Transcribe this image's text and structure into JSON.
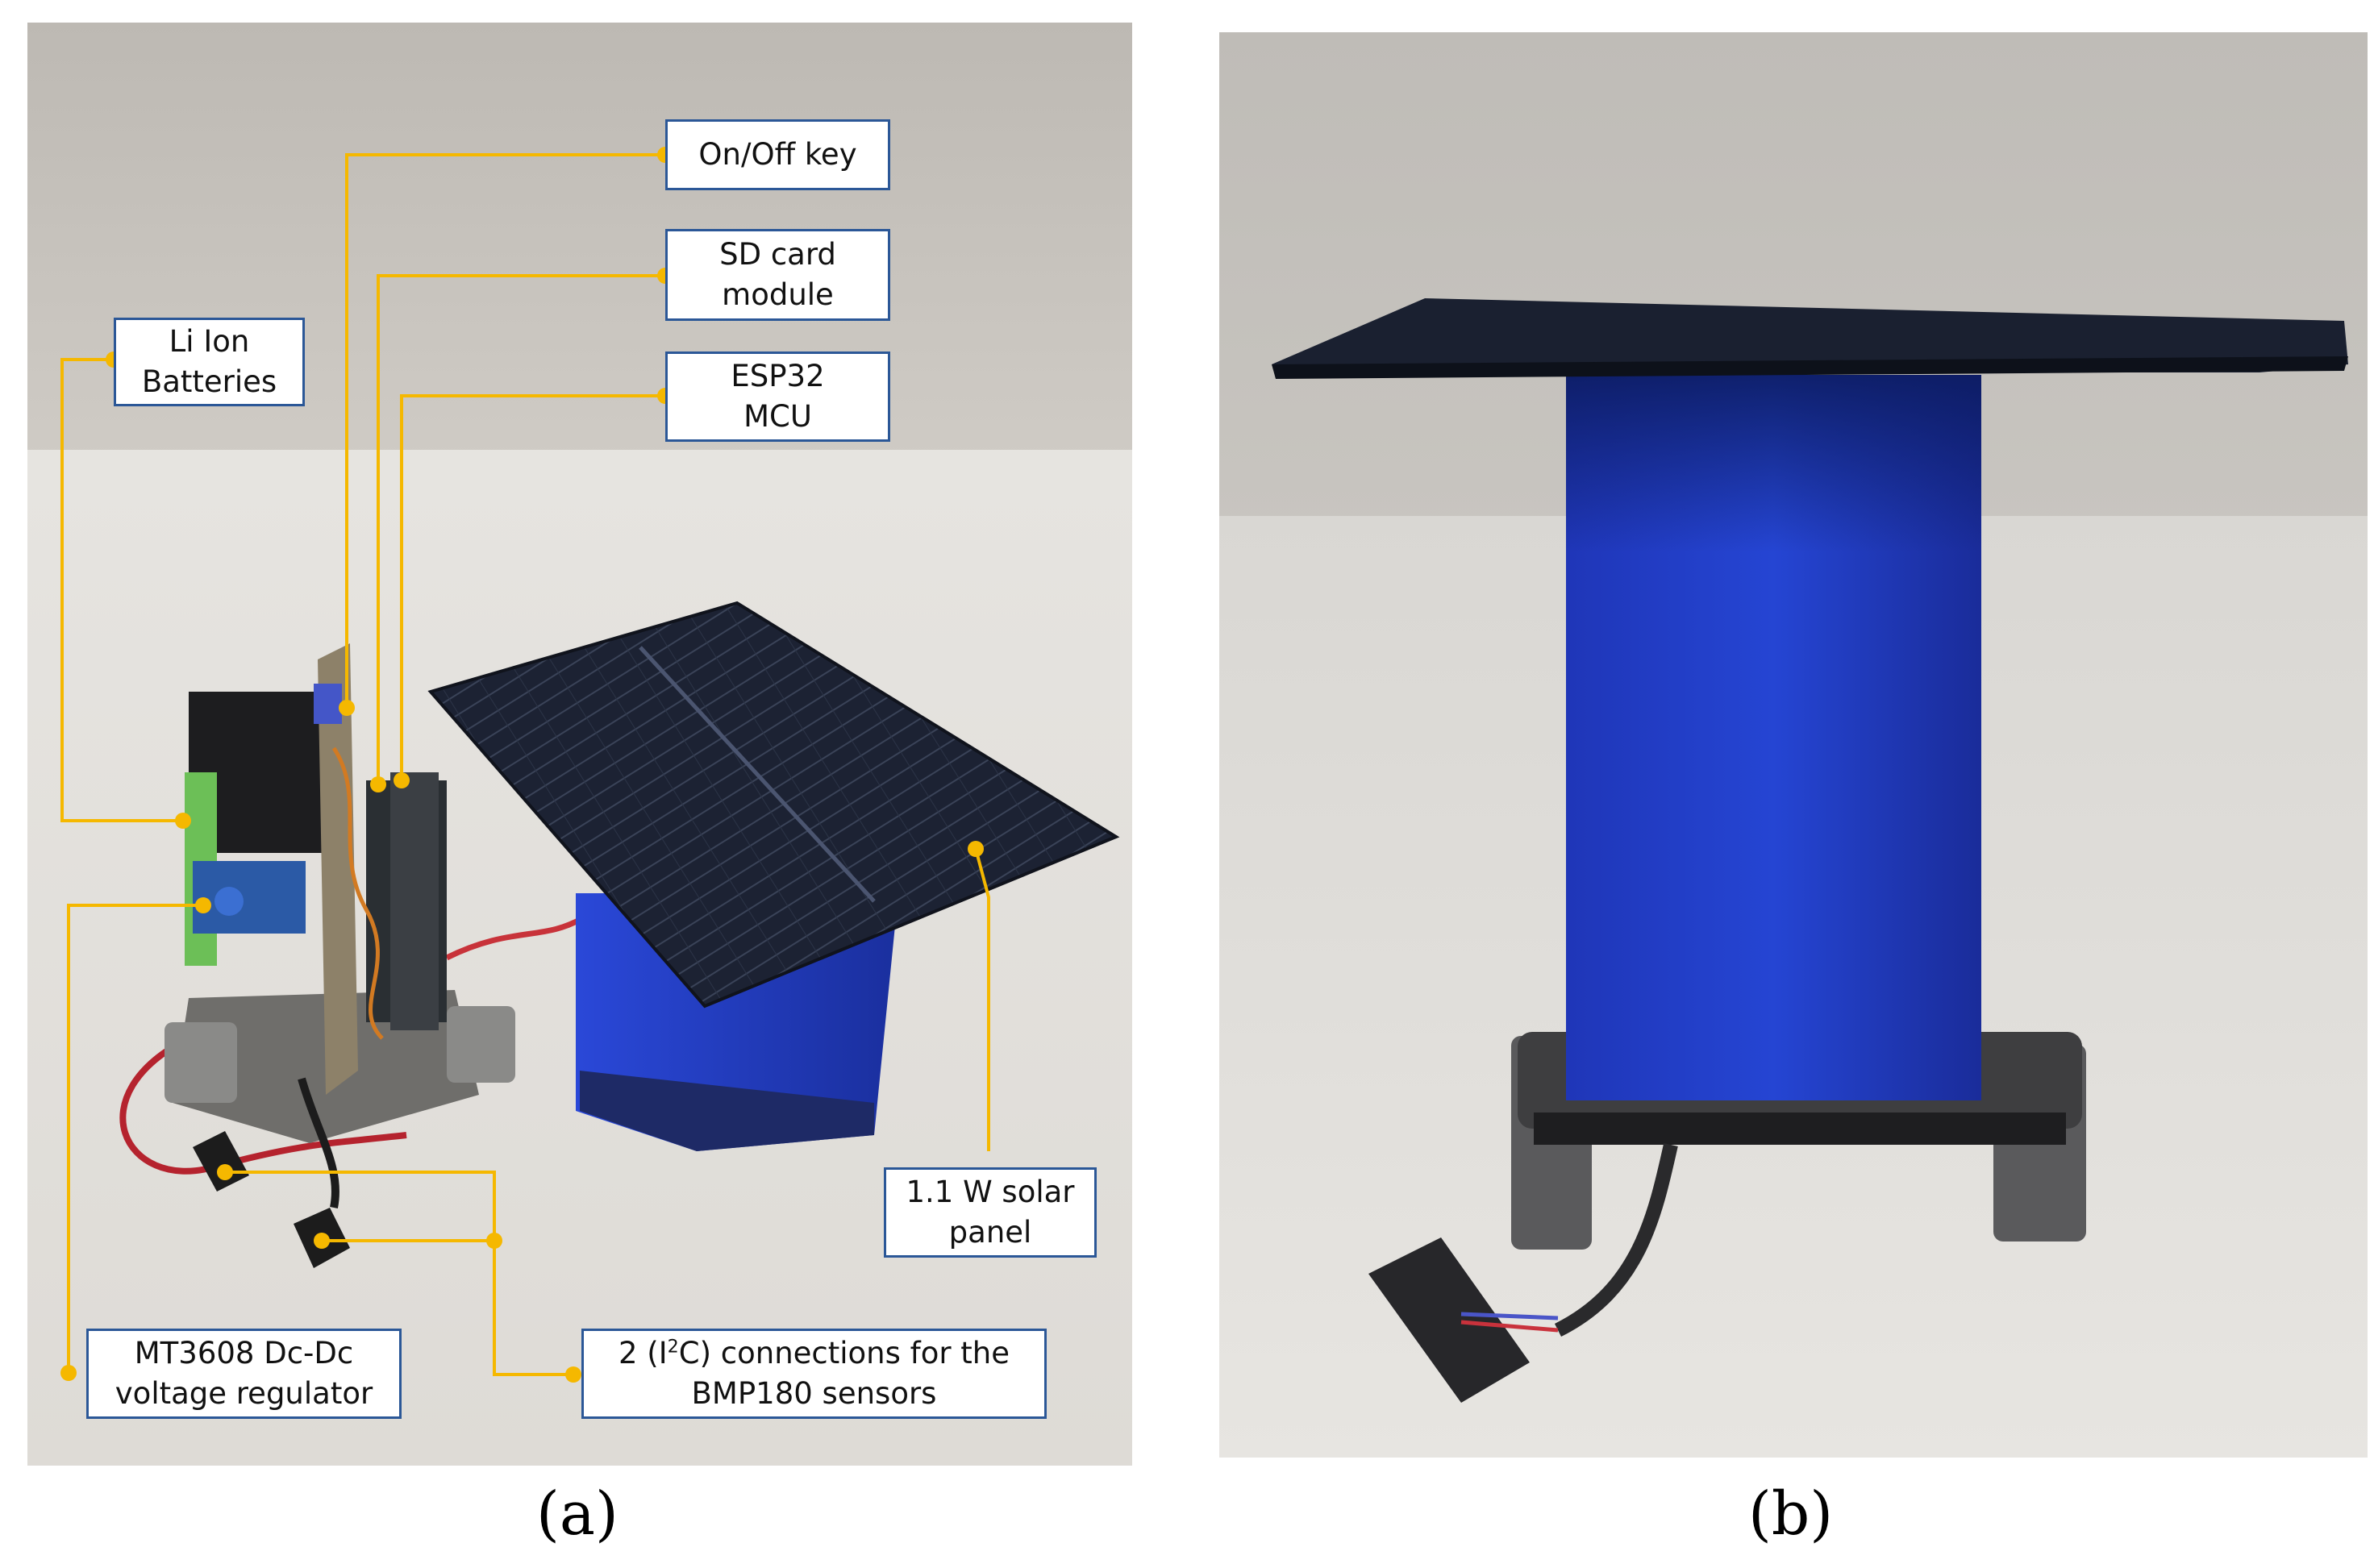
{
  "figure": {
    "panel_a": {
      "caption": "(a)",
      "callouts": {
        "on_off_key": "On/Off key",
        "sd_card_module": "SD card\nmodule",
        "li_ion_batteries": "Li Ion\nBatteries",
        "esp32_mcu": "ESP32\nMCU",
        "solar_panel": "1.1 W solar\npanel",
        "mt3608_regulator": "MT3608 Dc-Dc\nvoltage regulator",
        "i2c_connections_part1": "2 (I",
        "i2c_connections_sup": "2",
        "i2c_connections_part2": "C) connections for the",
        "i2c_connections_line2": "BMP180 sensors"
      },
      "colors": {
        "leader_line": "#f5b800",
        "callout_border": "#2b5797",
        "stand_blue": "#1f3fc4"
      }
    },
    "panel_b": {
      "caption": "(b)"
    }
  }
}
